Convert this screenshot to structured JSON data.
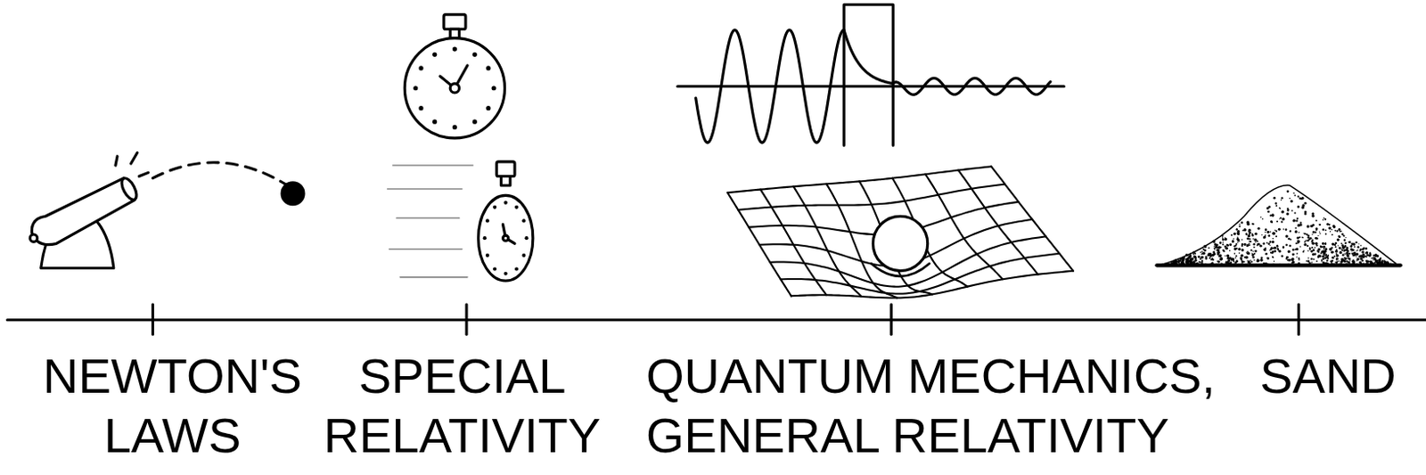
{
  "diagram": {
    "labels": [
      "NEWTON'S LAWS",
      "SPECIAL RELATIVITY",
      "QUANTUM MECHANICS, GENERAL RELATIVITY",
      "SAND"
    ]
  }
}
